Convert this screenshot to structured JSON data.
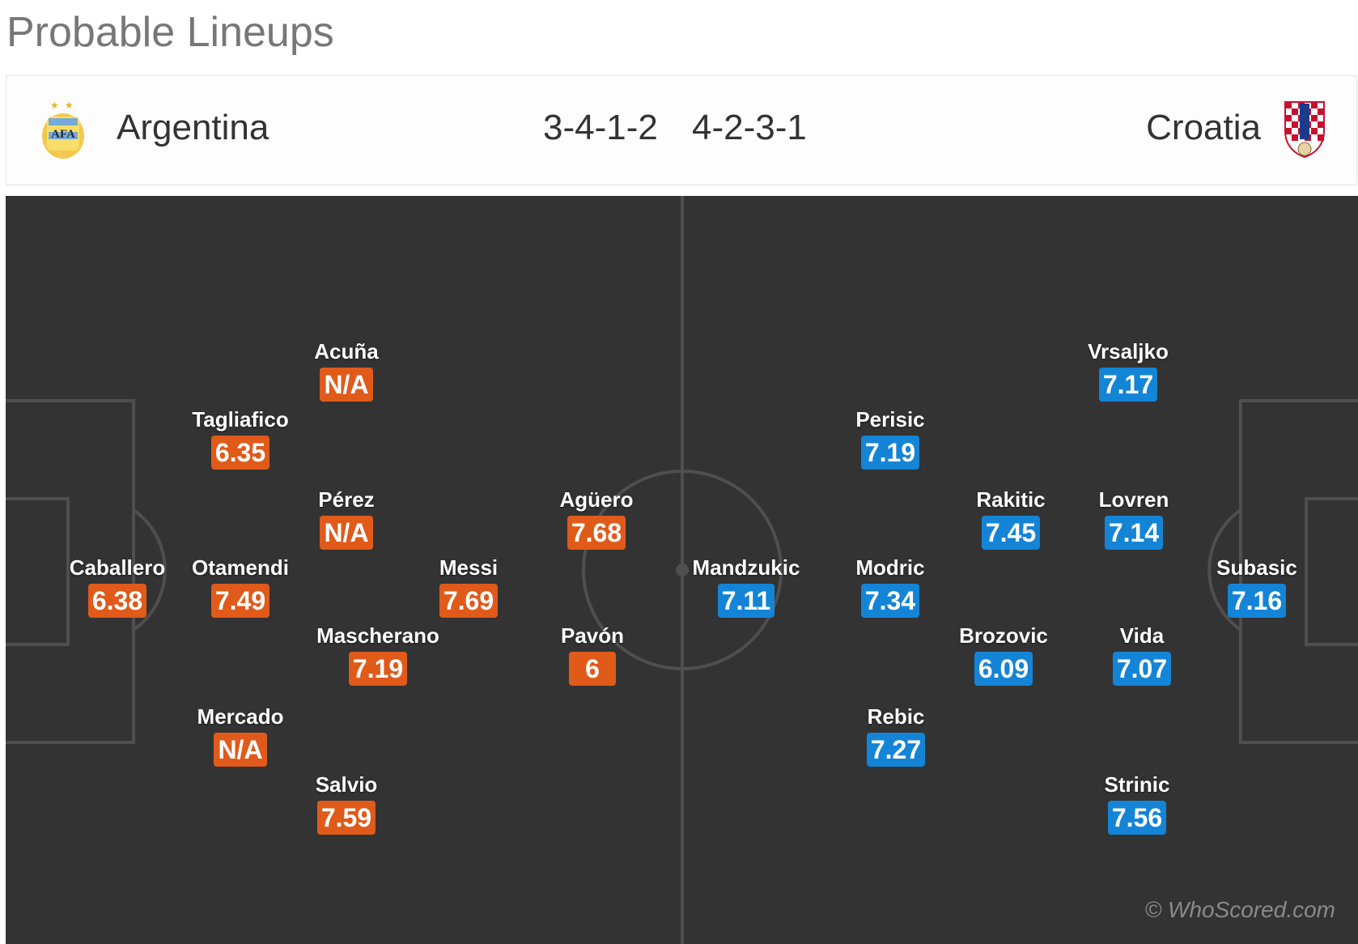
{
  "page_title": "Probable Lineups",
  "match": {
    "home": {
      "name": "Argentina",
      "formation": "3-4-1-2",
      "crest_icon": "afa-crest-icon",
      "accent": "#e05a1a"
    },
    "away": {
      "name": "Croatia",
      "formation": "4-2-3-1",
      "crest_icon": "hns-crest-icon",
      "accent": "#1484d6"
    }
  },
  "home_players": [
    {
      "name": "Caballero",
      "rating": "6.38"
    },
    {
      "name": "Tagliafico",
      "rating": "6.35"
    },
    {
      "name": "Otamendi",
      "rating": "7.49"
    },
    {
      "name": "Mercado",
      "rating": "N/A"
    },
    {
      "name": "Acuña",
      "rating": "N/A"
    },
    {
      "name": "Pérez",
      "rating": "N/A"
    },
    {
      "name": "Mascherano",
      "rating": "7.19"
    },
    {
      "name": "Salvio",
      "rating": "7.59"
    },
    {
      "name": "Messi",
      "rating": "7.69"
    },
    {
      "name": "Agüero",
      "rating": "7.68"
    },
    {
      "name": "Pavón",
      "rating": "6"
    }
  ],
  "away_players": [
    {
      "name": "Subasic",
      "rating": "7.16"
    },
    {
      "name": "Vrsaljko",
      "rating": "7.17"
    },
    {
      "name": "Lovren",
      "rating": "7.14"
    },
    {
      "name": "Vida",
      "rating": "7.07"
    },
    {
      "name": "Strinic",
      "rating": "7.56"
    },
    {
      "name": "Rakitic",
      "rating": "7.45"
    },
    {
      "name": "Brozovic",
      "rating": "6.09"
    },
    {
      "name": "Perisic",
      "rating": "7.19"
    },
    {
      "name": "Modric",
      "rating": "7.34"
    },
    {
      "name": "Rebic",
      "rating": "7.27"
    },
    {
      "name": "Mandzukic",
      "rating": "7.11"
    }
  ],
  "watermark": "© WhoScored.com"
}
